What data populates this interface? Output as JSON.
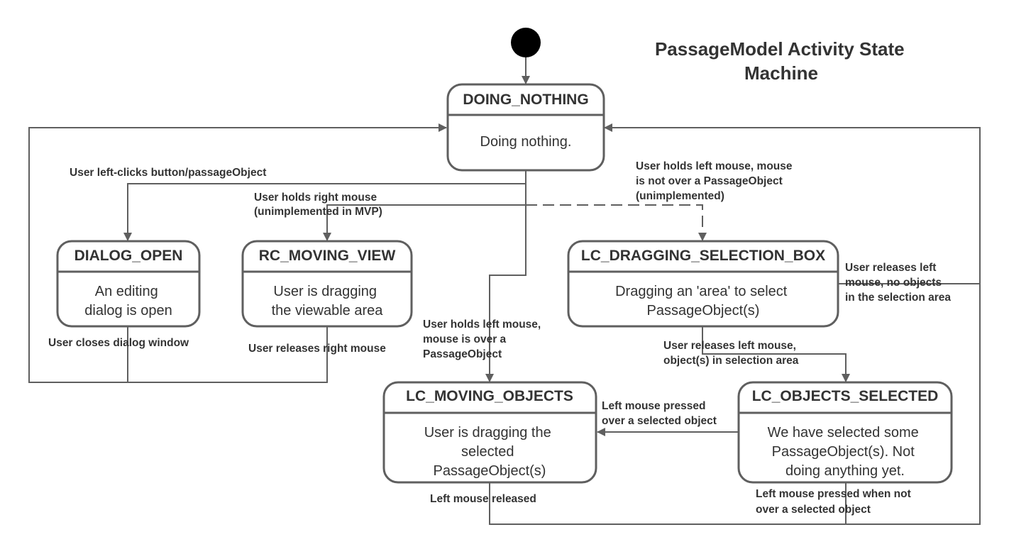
{
  "title": [
    "PassageModel Activity State",
    "Machine"
  ],
  "colors": {
    "line": "#5f5f5f",
    "text": "#333333",
    "background": "#ffffff",
    "initial": "#000000"
  },
  "states": {
    "doing_nothing": {
      "name": "DOING_NOTHING",
      "description": [
        "Doing nothing."
      ]
    },
    "dialog_open": {
      "name": "DIALOG_OPEN",
      "description": [
        "An editing",
        "dialog is open"
      ]
    },
    "rc_moving_view": {
      "name": "RC_MOVING_VIEW",
      "description": [
        "User is dragging",
        "the viewable area"
      ]
    },
    "lc_dragging_selection_box": {
      "name": "LC_DRAGGING_SELECTION_BOX",
      "description": [
        "Dragging an 'area' to select",
        "PassageObject(s)"
      ]
    },
    "lc_moving_objects": {
      "name": "LC_MOVING_OBJECTS",
      "description": [
        "User is dragging the",
        "selected",
        "PassageObject(s)"
      ]
    },
    "lc_objects_selected": {
      "name": "LC_OBJECTS_SELECTED",
      "description": [
        "We have selected some",
        "PassageObject(s). Not",
        "doing anything yet."
      ]
    }
  },
  "transitions": {
    "left_click_button": [
      "User left-clicks button/passageObject"
    ],
    "hold_right_mouse": [
      "User holds right mouse",
      "(unimplemented in MVP)"
    ],
    "hold_left_not_over": [
      "User holds left mouse, mouse",
      "is not over a PassageObject",
      "(unimplemented)"
    ],
    "hold_left_over": [
      "User holds left mouse,",
      "mouse is over a",
      "PassageObject"
    ],
    "release_no_objects": [
      "User releases left",
      "mouse, no objects",
      "in the selection area"
    ],
    "close_dialog": [
      "User closes dialog window"
    ],
    "release_right": [
      "User releases right mouse"
    ],
    "release_with_objects": [
      "User releases left mouse,",
      "object(s) in selection area"
    ],
    "pressed_over_selected": [
      "Left mouse pressed",
      "over a selected object"
    ],
    "left_released": [
      "Left mouse released"
    ],
    "pressed_not_over_selected": [
      "Left mouse pressed when not",
      "over a selected object"
    ]
  }
}
